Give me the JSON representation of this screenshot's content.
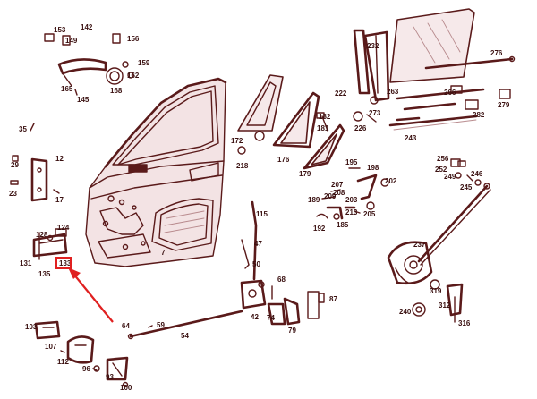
{
  "diagram": {
    "part_numbers": [
      "153",
      "142",
      "149",
      "156",
      "159",
      "162",
      "165",
      "168",
      "145",
      "35",
      "29",
      "12",
      "23",
      "17",
      "124",
      "128",
      "131",
      "135",
      "133",
      "232",
      "226",
      "263",
      "276",
      "273",
      "222",
      "172",
      "218",
      "176",
      "182",
      "181",
      "179",
      "195",
      "198",
      "207",
      "208",
      "209",
      "203",
      "202",
      "189",
      "192",
      "185",
      "213",
      "205",
      "115",
      "47",
      "50",
      "68",
      "74",
      "42",
      "79",
      "87",
      "7",
      "54",
      "59",
      "64",
      "103",
      "107",
      "112",
      "96",
      "93",
      "100",
      "256",
      "252",
      "249",
      "246",
      "245",
      "237",
      "319",
      "312",
      "316",
      "240",
      "243",
      "282",
      "279",
      "266"
    ],
    "highlighted_part": "133",
    "callout_color": "#e02020",
    "line_color": "#5a1a1a"
  }
}
